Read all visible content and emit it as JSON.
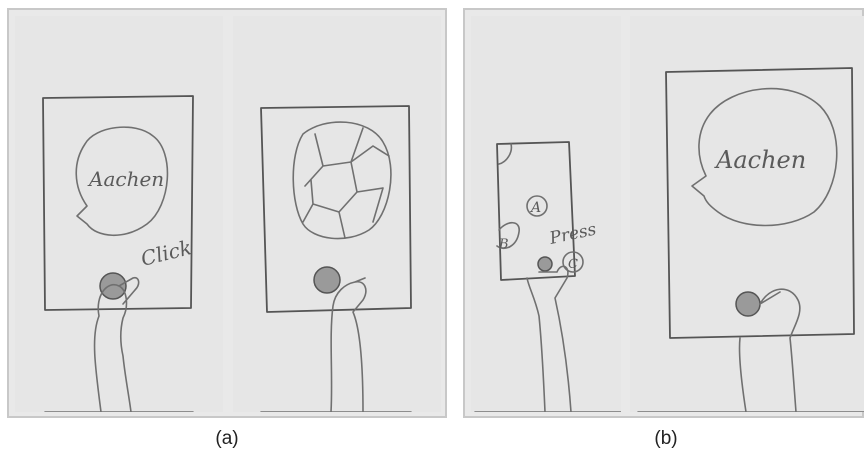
{
  "figures": [
    {
      "caption": "(a)",
      "panels": [
        {
          "bubble_text": "Aachen",
          "action_text": "Click"
        },
        {
          "bubble_text": ""
        }
      ]
    },
    {
      "caption": "(b)",
      "panels": [
        {
          "marker_labels": [
            "A",
            "B",
            "C"
          ],
          "action_text": "Press"
        },
        {
          "bubble_text": "Aachen"
        }
      ]
    }
  ]
}
